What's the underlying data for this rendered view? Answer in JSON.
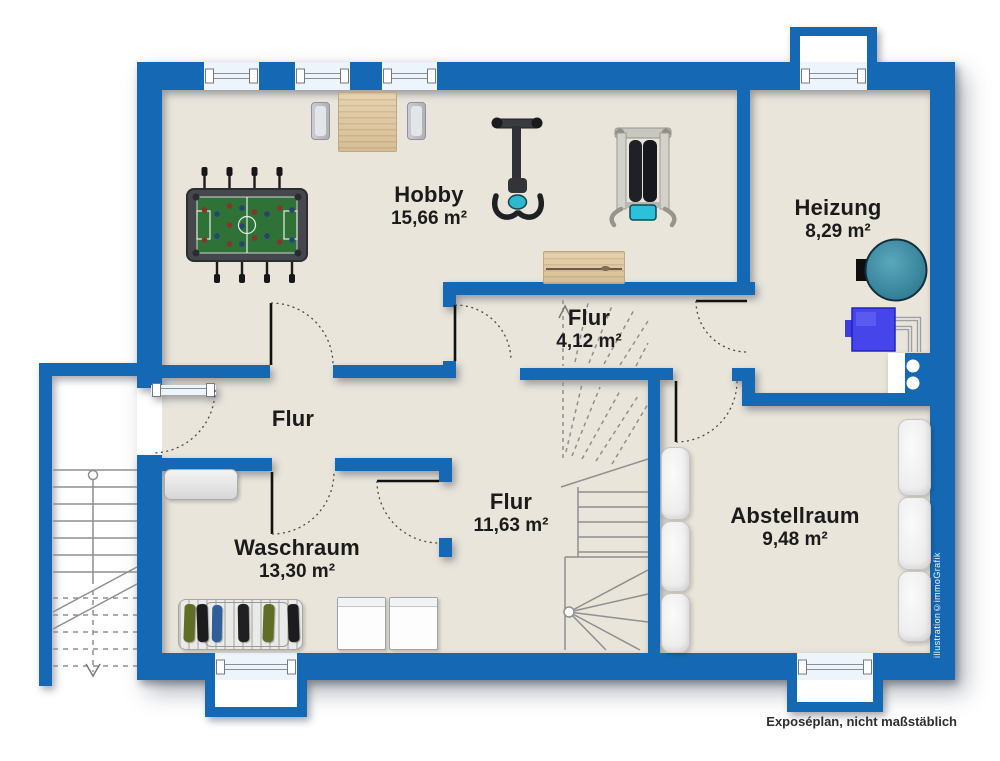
{
  "floorplan": {
    "rooms": [
      {
        "name": "Hobby",
        "area": "15,66 m²"
      },
      {
        "name": "Heizung",
        "area": "8,29 m²"
      },
      {
        "name": "Flur",
        "area": "4,12 m²"
      },
      {
        "name": "Flur",
        "area": ""
      },
      {
        "name": "Flur",
        "area": "11,63 m²"
      },
      {
        "name": "Waschraum",
        "area": "13,30 m²"
      },
      {
        "name": "Abstellraum",
        "area": "9,48 m²"
      }
    ],
    "caption": "Exposéplan, nicht maßstäblich",
    "watermark": "illustration©immoGrafik",
    "colors": {
      "wall_blue": "#1569b4",
      "floor_beige": "#e9e5db",
      "boiler_teal": "#3f8ba4",
      "tank_blue": "#4545ea",
      "foosball_green": "#2f7237",
      "wood": "#dfc9a8"
    },
    "furniture": [
      "dining-table",
      "chair",
      "chair",
      "foosball-table",
      "exercise-machine",
      "multi-gym",
      "sideboard",
      "boiler",
      "fuel-tank",
      "chimney",
      "laundry-cabinet",
      "drying-rack",
      "washing-machine",
      "washing-machine",
      "shelf-cushions",
      "interior-staircase",
      "exterior-staircase"
    ]
  }
}
